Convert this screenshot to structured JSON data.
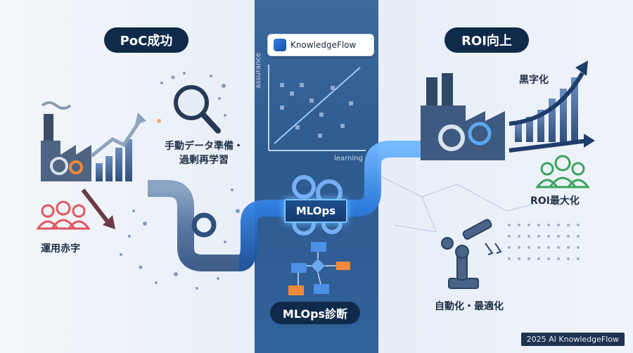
{
  "left": {
    "title": "PoC成功",
    "manual_label": "手動データ準備・\n過剰再学習",
    "deficit_label": "運用赤字"
  },
  "center": {
    "brand": "KnowledgeFlow",
    "chart_y_label": "assurance",
    "chart_x_label": "learning",
    "pipeline_label": "MLOps",
    "diagnosis_label": "MLOps診断"
  },
  "right": {
    "title": "ROI向上",
    "profit_label": "黒字化",
    "roi_max_label": "ROI最大化",
    "auto_label": "自動化・最適化"
  },
  "footer": {
    "text": "2025 AI KnowledgeFlow"
  },
  "colors": {
    "navy": "#0f2a4a",
    "accent_blue": "#2f80ed",
    "deficit_red": "#e0565b",
    "roi_green": "#3aa35a",
    "center_band": "#2e5a8e"
  }
}
